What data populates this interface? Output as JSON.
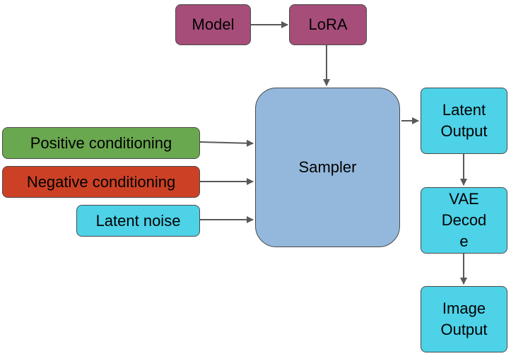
{
  "nodes": {
    "model": "Model",
    "lora": "LoRA",
    "sampler": "Sampler",
    "positive": "Positive conditioning",
    "negative": "Negative conditioning",
    "noise": "Latent noise",
    "latent_output": [
      "Latent",
      "Output"
    ],
    "vae_decode": [
      "VAE",
      "Decod",
      "e"
    ],
    "image_output": [
      "Image",
      "Output"
    ]
  },
  "colors": {
    "model_lora": "#a64d79",
    "sampler": "#94b8db",
    "positive": "#6aa84f",
    "negative": "#cc4125",
    "cyan_nodes": "#4dd2e8",
    "arrows": "#595959"
  },
  "edges": [
    {
      "from": "model",
      "to": "lora"
    },
    {
      "from": "lora",
      "to": "sampler"
    },
    {
      "from": "positive",
      "to": "sampler"
    },
    {
      "from": "negative",
      "to": "sampler"
    },
    {
      "from": "noise",
      "to": "sampler"
    },
    {
      "from": "sampler",
      "to": "latent_output"
    },
    {
      "from": "latent_output",
      "to": "vae_decode"
    },
    {
      "from": "vae_decode",
      "to": "image_output"
    }
  ]
}
